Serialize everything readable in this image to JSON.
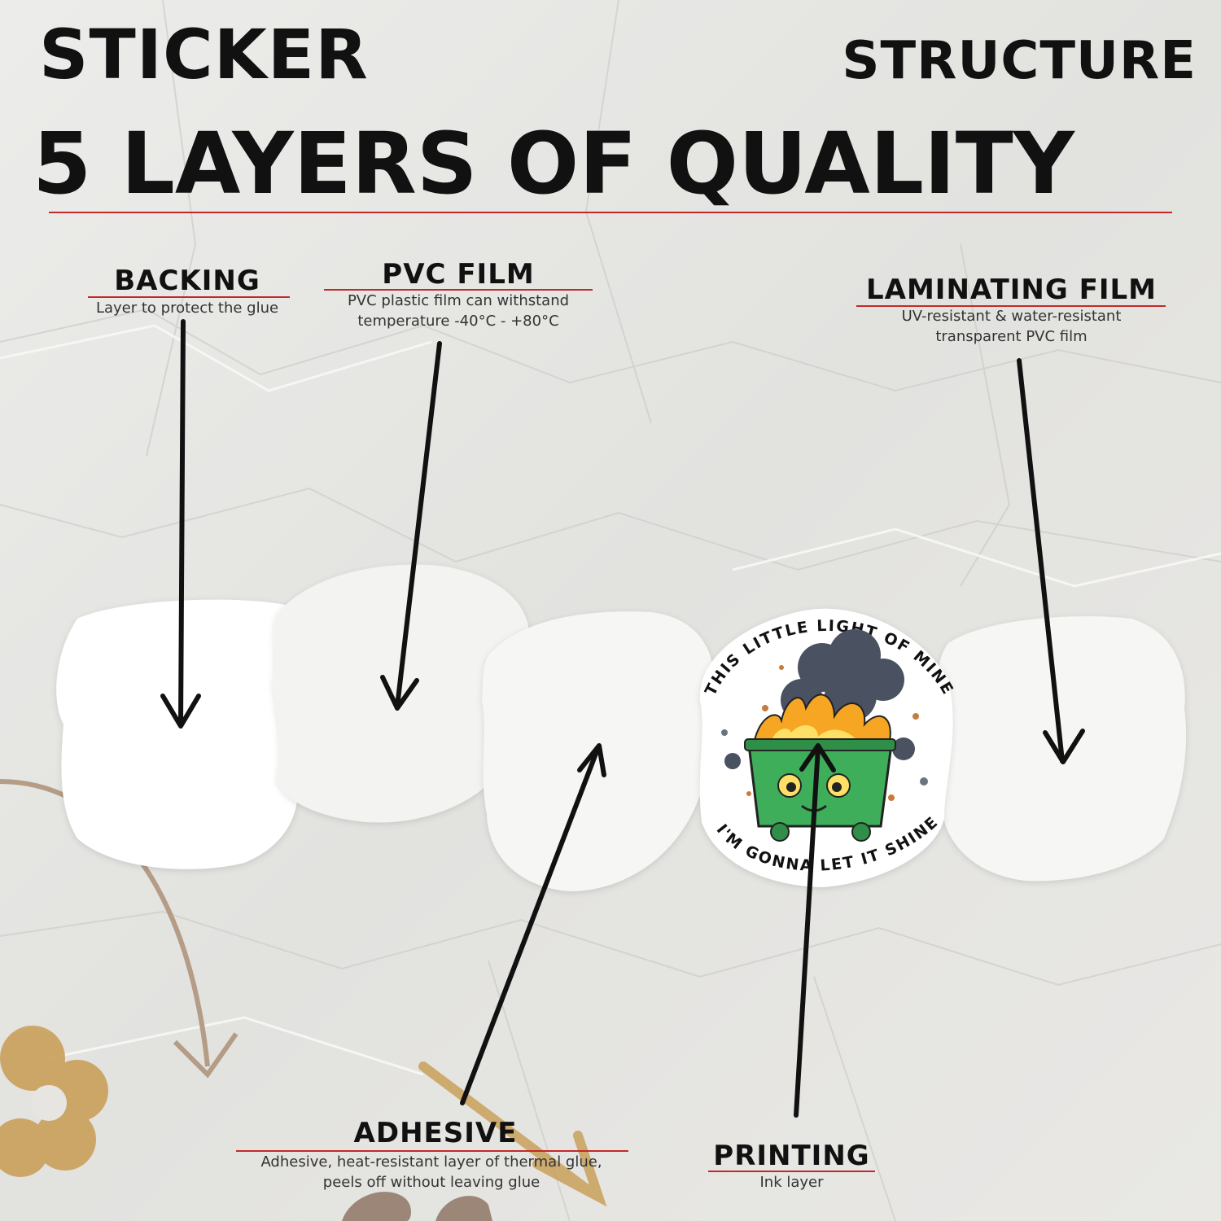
{
  "header": {
    "word_left": "STICKER",
    "word_right": "STRUCTURE",
    "headline": "5 LAYERS OF QUALITY"
  },
  "layers": {
    "backing": {
      "title": "BACKING",
      "desc": "Layer to protect the glue"
    },
    "pvc": {
      "title": "PVC FILM",
      "desc_1": "PVC plastic film can withstand",
      "desc_2": "temperature -40°C - +80°C"
    },
    "laminating": {
      "title": "LAMINATING FILM",
      "desc_1": "UV-resistant & water-resistant",
      "desc_2": "transparent PVC film"
    },
    "adhesive": {
      "title": "ADHESIVE",
      "desc_1": "Adhesive, heat-resistant layer of thermal glue,",
      "desc_2": "peels off without leaving glue"
    },
    "printing": {
      "title": "PRINTING",
      "desc": "Ink layer"
    }
  },
  "sticker_art": {
    "top_text": "THIS LITTLE LIGHT OF MINE",
    "bottom_text": "I'M GONNA LET IT SHINE"
  },
  "colors": {
    "accent_rule": "#c22a2a",
    "dumpster_green": "#3fae5a",
    "flame": "#f6a623",
    "smoke": "#4a5160"
  }
}
